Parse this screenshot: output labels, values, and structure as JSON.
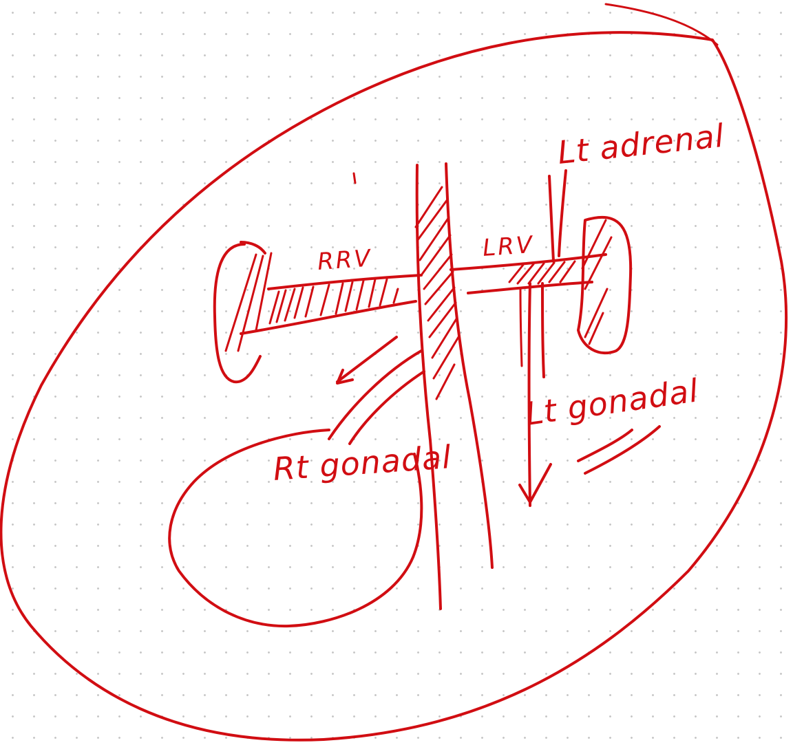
{
  "diagram": {
    "ink_color": "#d10d12",
    "background_color": "#ffffff",
    "grid_dot_color": "#c7c7c7",
    "labels": {
      "lt_adrenal": "Lt adrenal",
      "rrv": "RRV",
      "lrv": "LRV",
      "rt_gonadal": "Rt gonadal",
      "lt_gonadal": "Lt gonadal"
    }
  }
}
